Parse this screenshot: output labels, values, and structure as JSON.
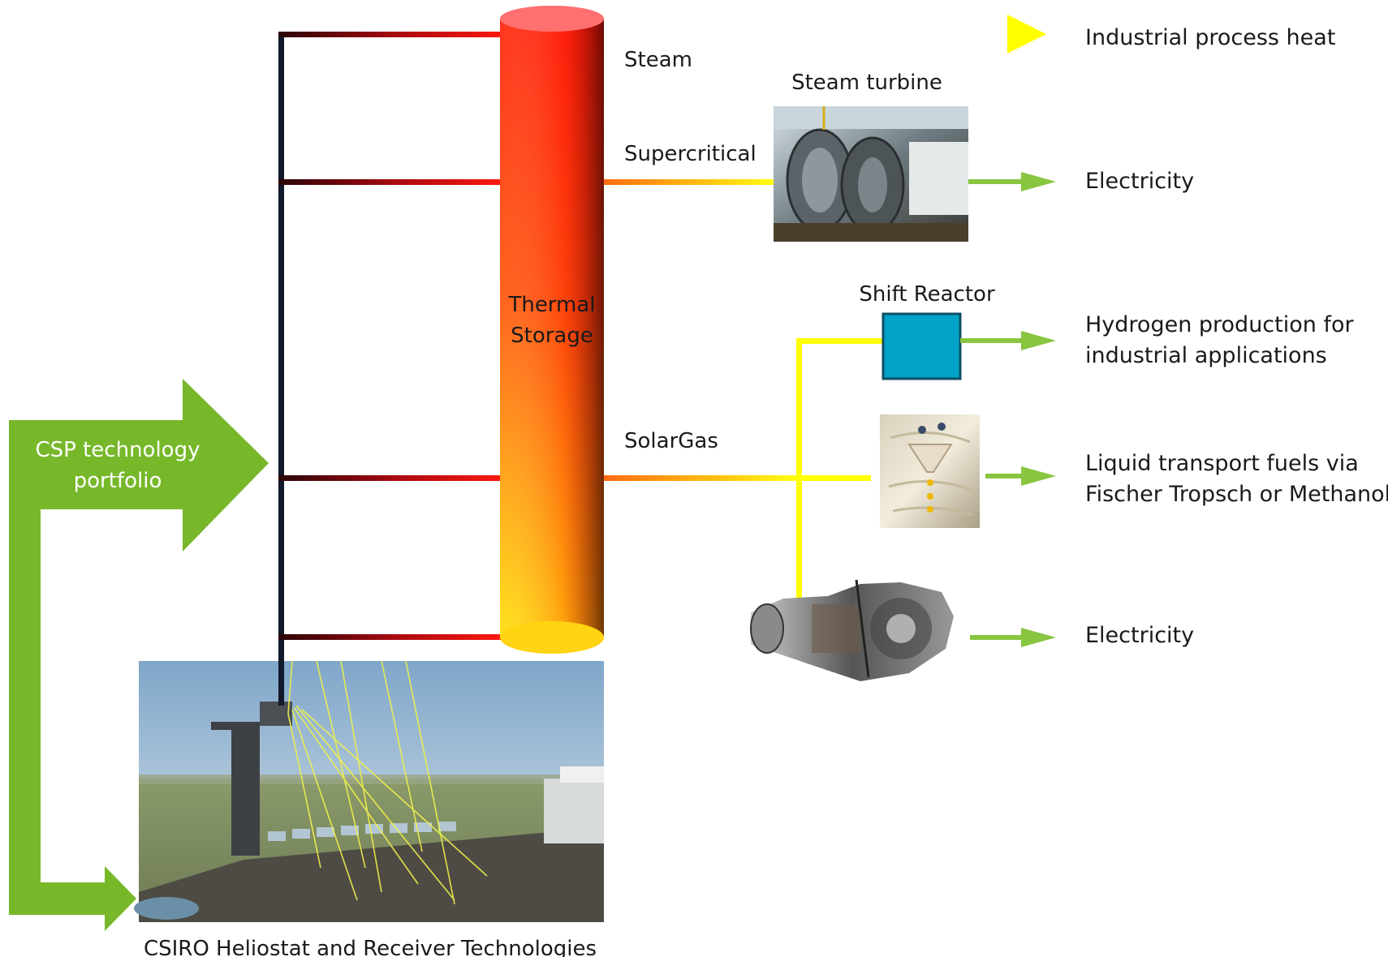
{
  "diagram": {
    "portfolio_label_line1": "CSP technology",
    "portfolio_label_line2": "portfolio",
    "storage_label_line1": "Thermal",
    "storage_label_line2": "Storage",
    "heliostat_caption": "CSIRO Heliostat and Receiver Technologies",
    "branches": {
      "steam": "Steam",
      "supercritical": "Supercritical",
      "solargas": "SolarGas"
    },
    "equipment": {
      "steam_turbine": "Steam turbine",
      "shift_reactor": "Shift Reactor"
    },
    "outputs": {
      "process_heat": "Industrial process heat",
      "electricity_1": "Electricity",
      "hydrogen_line1": "Hydrogen production for",
      "hydrogen_line2": "industrial applications",
      "fuels_line1": "Liquid transport fuels via",
      "fuels_line2": "Fischer Tropsch or Methanol",
      "electricity_2": "Electricity"
    },
    "colors": {
      "green_arrow": "#77b82a",
      "output_arrow": "#88c540",
      "solar_yellow": "#ffff00",
      "reactor_blue": "#00a3c7",
      "hot_red": "#ff1010",
      "dark_red": "#3a0508"
    }
  }
}
